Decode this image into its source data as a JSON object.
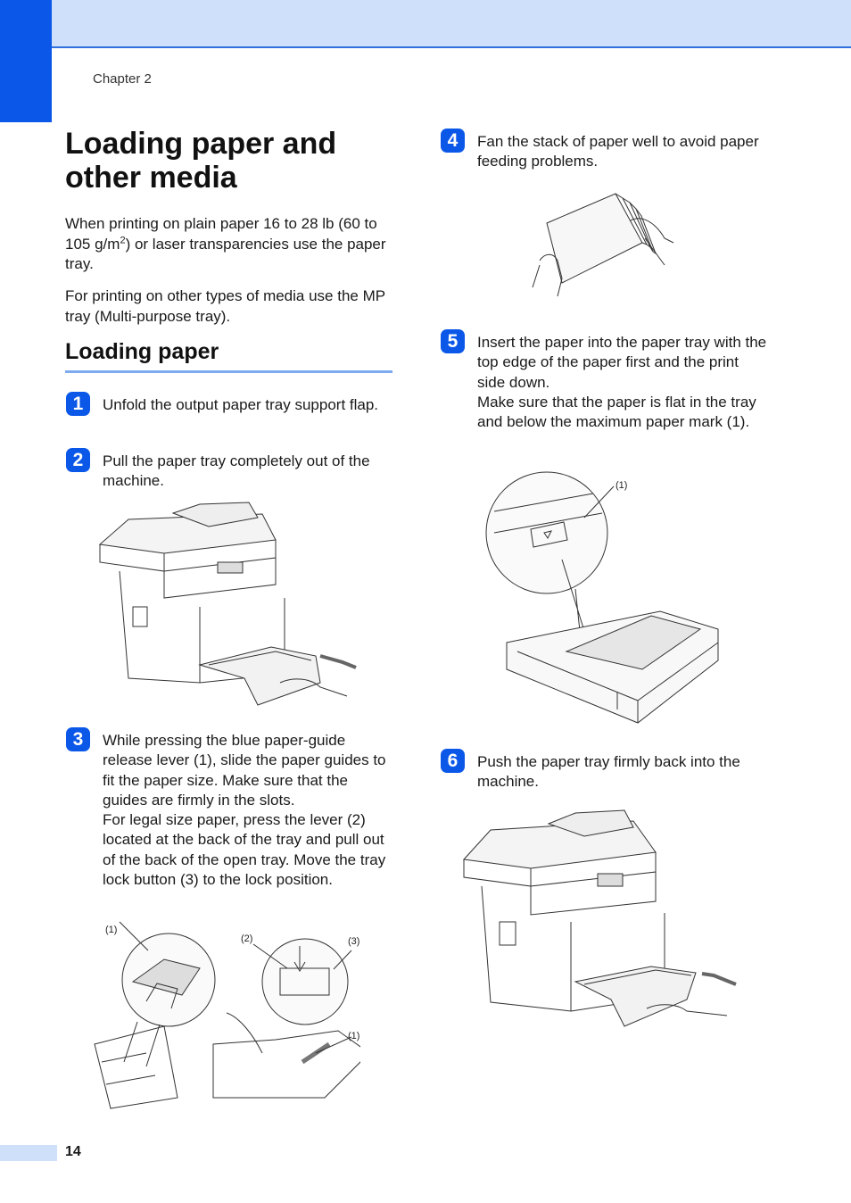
{
  "header": {
    "chapter": "Chapter 2"
  },
  "section": {
    "title": "Loading paper and other media",
    "intro_part1": "When printing on plain paper 16 to 28 lb (60 to 105 g/m",
    "intro_sup": "2",
    "intro_part2": ") or laser transparencies use the paper tray.",
    "intro2": "For printing on other types of media use the MP tray (Multi-purpose tray)."
  },
  "subsection": {
    "title": "Loading paper"
  },
  "steps": [
    {
      "num": "1",
      "text": "Unfold the output paper tray support flap."
    },
    {
      "num": "2",
      "text": "Pull the paper tray completely out of the machine."
    },
    {
      "num": "3",
      "text": "While pressing the blue paper-guide release lever (1), slide the paper guides to fit the paper size. Make sure that the guides are firmly in the slots.",
      "text2": "For legal size paper, press the lever (2) located at the back of the tray and pull out of the back of the open tray. Move the tray lock button (3) to the lock position."
    },
    {
      "num": "4",
      "text": "Fan the stack of paper well to avoid paper feeding problems."
    },
    {
      "num": "5",
      "text": "Insert the paper into the paper tray with the top edge of the paper first and the print side down.",
      "text2": "Make sure that the paper is flat in the tray and below the maximum paper mark (1)."
    },
    {
      "num": "6",
      "text": "Push the paper tray firmly back into the machine."
    }
  ],
  "callouts": {
    "c1": "(1)",
    "c2": "(2)",
    "c3": "(3)"
  },
  "footer": {
    "page_number": "14"
  },
  "colors": {
    "accent": "#0a57e8",
    "band": "#cfe0fb",
    "rule": "#7eaaf0"
  }
}
